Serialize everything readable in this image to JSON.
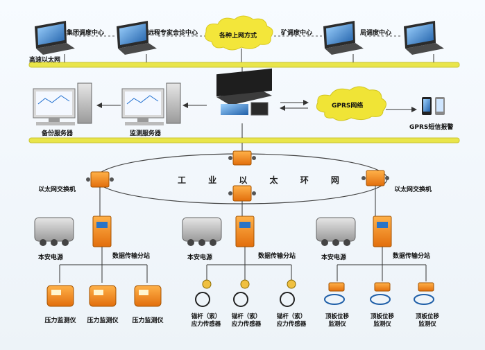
{
  "top_row": {
    "center_group": "集团调度中心",
    "center_expert": "远程专家会诊中心",
    "cloud": "各种上网方式",
    "center_mine": "矿调度中心",
    "center_bureau": "局调度中心"
  },
  "bus_top_label": "高速以太网",
  "servers": {
    "backup": "备份服务器",
    "monitor": "监测服务器",
    "gprs_cloud": "GPRS网络",
    "gprs_alarm": "GPRS短信报警"
  },
  "ring": {
    "text": "工 业 以 太 环 网",
    "switch_left": "以太网交换机",
    "switch_right": "以太网交换机"
  },
  "groups": [
    {
      "power": "本安电源",
      "station": "数据传输分站",
      "sensors": [
        "压力监测仪",
        "压力监测仪",
        "压力监测仪"
      ]
    },
    {
      "power": "本安电源",
      "station": "数据传输分站",
      "sensors": [
        "锚杆（索）\n应力传感器",
        "锚杆（索）\n应力传感器",
        "锚杆（索）\n应力传感器"
      ]
    },
    {
      "power": "本安电源",
      "station": "数据传输分站",
      "sensors": [
        "顶板位移\n监测仪",
        "顶板位移\n监测仪",
        "顶板位移\n监测仪"
      ]
    }
  ],
  "colors": {
    "bus": "#e9e54a",
    "orange": "#f08a1e",
    "cloud": "#f3e63a",
    "line": "#333333"
  }
}
